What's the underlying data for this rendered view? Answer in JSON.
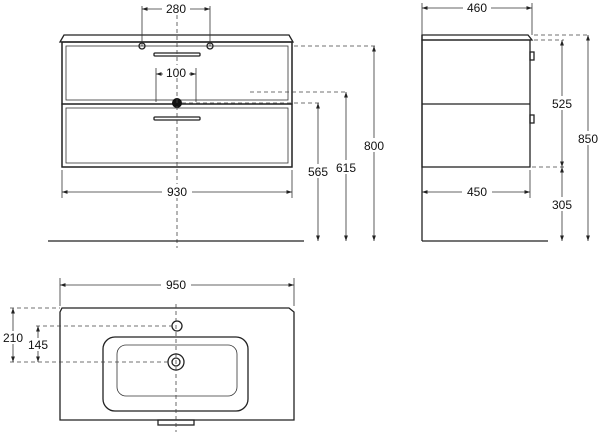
{
  "dimensions": {
    "front_hole_spacing": "280",
    "front_tap_offset": "100",
    "front_total_width": "930",
    "front_height_lower": "565",
    "front_height_upper": "615",
    "front_height_total": "800",
    "side_top_depth": "460",
    "side_bottom_depth": "450",
    "side_cabinet_height": "525",
    "side_floor_clearance": "305",
    "side_total_height": "850",
    "top_width": "950",
    "top_depth_outer": "210",
    "top_depth_inner": "145"
  }
}
